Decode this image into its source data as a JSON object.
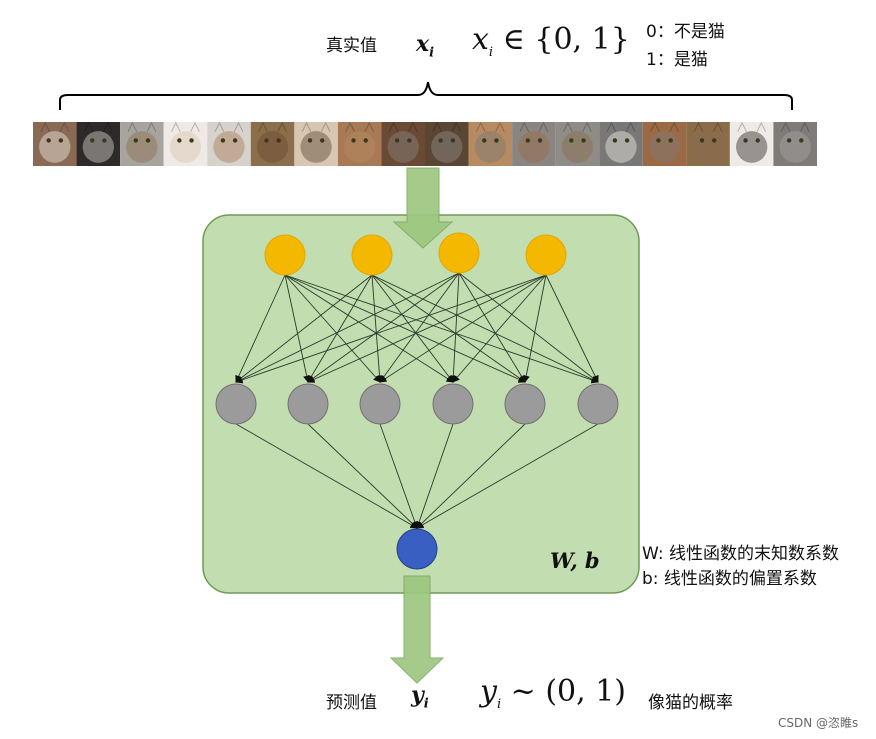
{
  "top": {
    "label": "真实值",
    "var": "x",
    "var_sub": "i",
    "formula_var": "x",
    "formula_sub": "i",
    "formula_rest": " ∈ {0, 1}",
    "legend": [
      "0：不是猫",
      "1：是猫"
    ]
  },
  "network": {
    "params_label": "W, b",
    "input_nodes": 4,
    "hidden_nodes": 6,
    "output_nodes": 1,
    "colors": {
      "box_fill": "#c2ddb0",
      "box_stroke": "#6f9a55",
      "input_node": "#f5b800",
      "hidden_node": "#9b9b9b",
      "output_node": "#3a5fc2",
      "arrow_fill": "#9dc77f"
    }
  },
  "side_notes": [
    "W: 线性函数的末知数系数",
    "b: 线性函数的偏置系数"
  ],
  "bottom": {
    "label": "预测值",
    "var": "y",
    "var_sub": "i",
    "formula_var": "y",
    "formula_sub": "i",
    "formula_rest": " ~ (0, 1)",
    "desc": "像猫的概率"
  },
  "watermark": "CSDN @恣睢s",
  "cat_strip": {
    "count": 18
  }
}
